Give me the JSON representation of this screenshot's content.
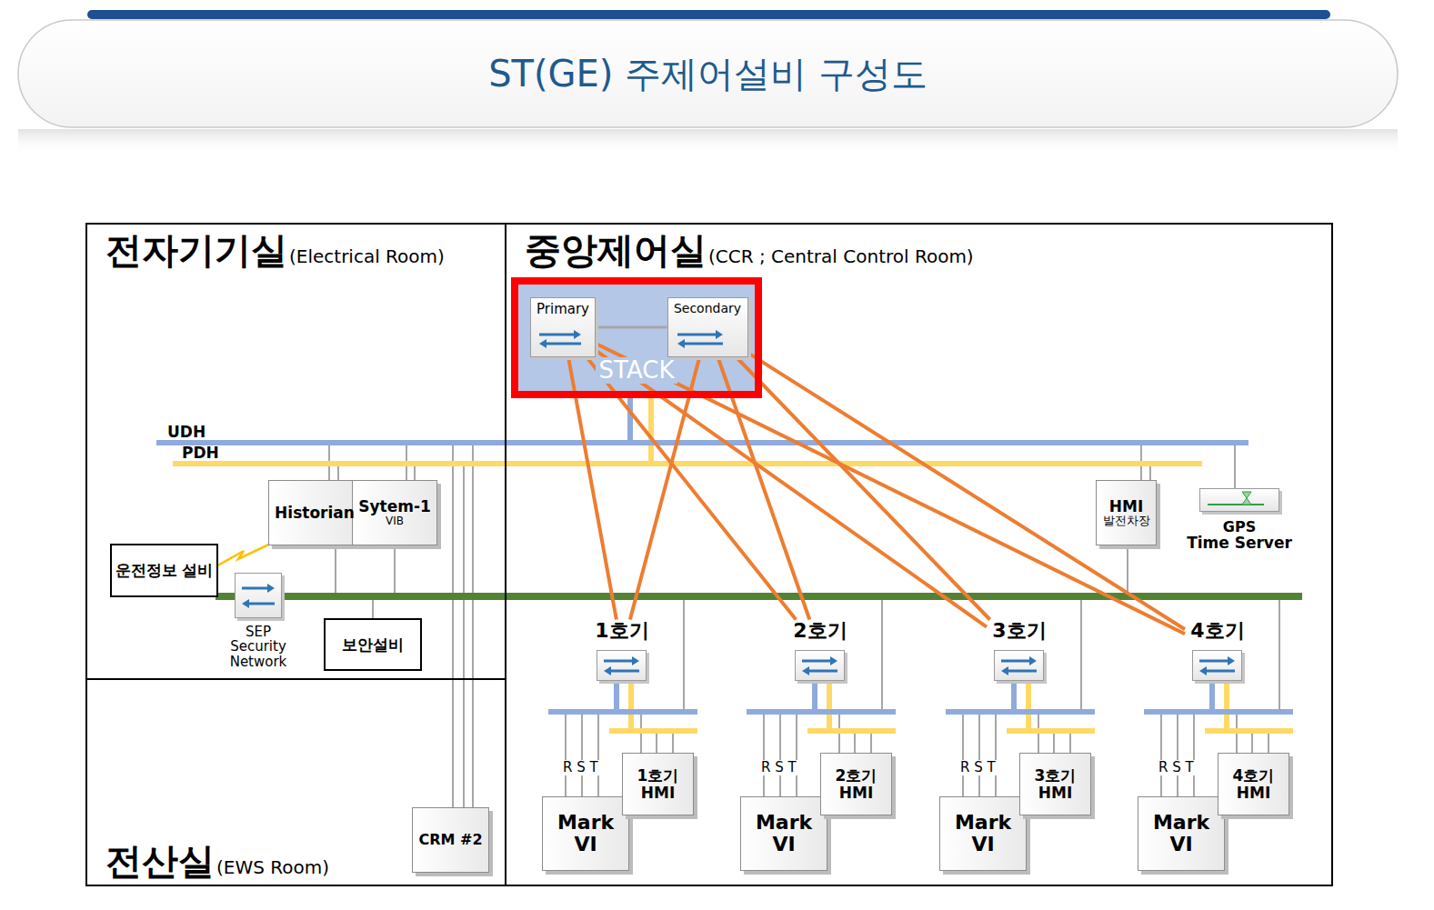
{
  "diagram": {
    "title": "ST(GE) 주제어설비 구성도",
    "nodes": [
      {
        "text": [
          "전자기기실",
          "(Electrical Room)"
        ]
      },
      {
        "text": [
          "중앙제어실",
          "(CCR ; Central Control Room)"
        ]
      },
      {
        "text": [
          "STACK"
        ],
        "in": 1
      },
      {
        "text": [
          "Primary"
        ],
        "in": 2
      },
      {
        "text": [
          "Secondary"
        ],
        "in": 2
      },
      {
        "text": [
          "Historian"
        ],
        "in": 0
      },
      {
        "text": [
          "Sytem-1",
          "VIB"
        ],
        "in": 0
      },
      {
        "text": [
          "운전정보 설비"
        ],
        "in": 0
      },
      {
        "text": [
          "SEP Security Network"
        ],
        "in": 0
      },
      {
        "text": [
          "보안설비"
        ],
        "in": 0
      },
      {
        "text": [
          "HMI",
          "발전차장"
        ],
        "in": 1
      },
      {
        "text": [
          "GPS",
          "Time Server"
        ],
        "in": 1
      },
      {
        "text": [
          "1호기"
        ],
        "in": 1
      },
      {
        "text": [
          "2호기"
        ],
        "in": 1
      },
      {
        "text": [
          "3호기"
        ],
        "in": 1
      },
      {
        "text": [
          "4호기"
        ],
        "in": 1
      },
      {
        "text": [
          "Mark VI"
        ],
        "in": 1
      },
      {
        "text": [
          "1호기 HMI"
        ],
        "in": 1
      },
      {
        "text": [
          "Mark VI"
        ],
        "in": 1
      },
      {
        "text": [
          "2호기 HMI"
        ],
        "in": 1
      },
      {
        "text": [
          "Mark VI"
        ],
        "in": 1
      },
      {
        "text": [
          "3호기 HMI"
        ],
        "in": 1
      },
      {
        "text": [
          "Mark VI"
        ],
        "in": 1
      },
      {
        "text": [
          "4호기 HMI"
        ],
        "in": 1
      },
      {
        "text": [
          "전산실",
          "(EWS Room)"
        ]
      },
      {
        "text": [
          "CRM #2"
        ],
        "in": 24
      }
    ],
    "edges": [
      {
        "from": 3,
        "to": 4,
        "arrow": "none"
      },
      {
        "from": 3,
        "to": 12,
        "arrow": "none"
      },
      {
        "from": 4,
        "to": 12,
        "arrow": "none"
      },
      {
        "from": 3,
        "to": 13,
        "arrow": "none"
      },
      {
        "from": 4,
        "to": 13,
        "arrow": "none"
      },
      {
        "from": 3,
        "to": 14,
        "arrow": "none"
      },
      {
        "from": 4,
        "to": 14,
        "arrow": "none"
      },
      {
        "from": 3,
        "to": 15,
        "arrow": "none"
      },
      {
        "from": 4,
        "to": 15,
        "arrow": "none"
      }
    ],
    "labels": [
      "UDH",
      "PDH",
      "R S T",
      "R S T",
      "R S T",
      "R S T"
    ]
  }
}
